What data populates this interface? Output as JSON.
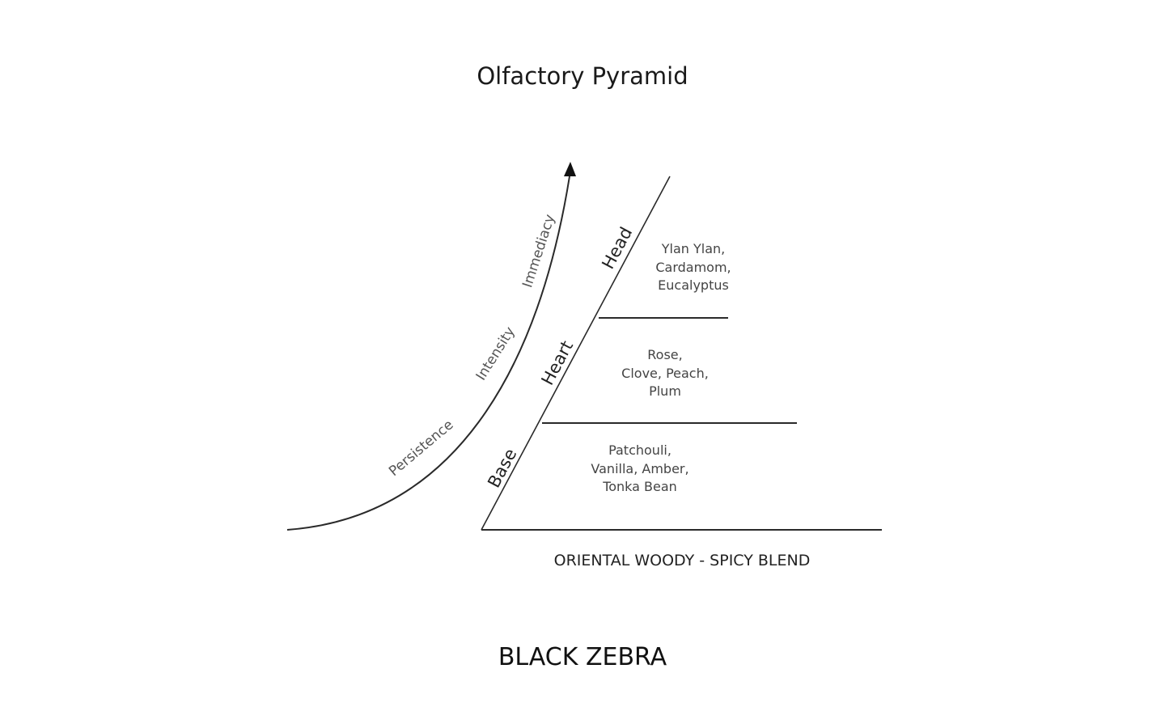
{
  "title": "Olfactory Pyramid",
  "curve_labels": [
    "Persistence",
    "Intensity",
    "Immediacy"
  ],
  "tiers": [
    {
      "label": "Head",
      "notes": [
        "Ylan Ylan,",
        "Cardamom,",
        "Eucalyptus"
      ]
    },
    {
      "label": "Heart",
      "notes": [
        "Rose,",
        "Clove, Peach,",
        "Plum"
      ]
    },
    {
      "label": "Base",
      "notes": [
        "Patchouli,",
        "Vanilla, Amber,",
        "Tonka Bean"
      ]
    }
  ],
  "blend": "ORIENTAL WOODY - SPICY BLEND",
  "product_name": "BLACK ZEBRA",
  "colors": {
    "line": "#2a2a2a",
    "text": "#222222"
  }
}
